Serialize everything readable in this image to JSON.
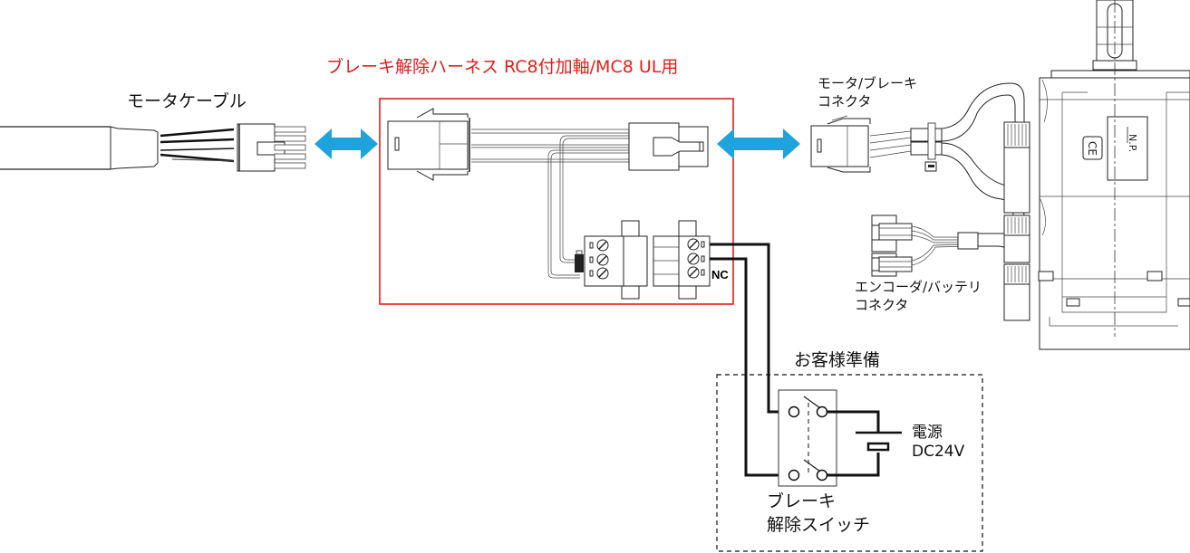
{
  "diagram": {
    "title": "ブレーキ解除ハーネス RC8付加軸/MC8 UL用",
    "colors": {
      "title": "#e0201b",
      "harness_frame": "#e0201b",
      "arrow": "#1fa3dd",
      "line": "#111111"
    },
    "labels": {
      "motor_cable": "モータケーブル",
      "motor_brake_connector_line1": "モータ/ブレーキ",
      "motor_brake_connector_line2": "コネクタ",
      "encoder_battery_connector_line1": "エンコーダ/バッテリ",
      "encoder_battery_connector_line2": "コネクタ",
      "terminal_nc": "NC",
      "customer_supplied": "お客様準備",
      "power_supply_line1": "電源",
      "power_supply_line2": "DC24V",
      "brake_release_switch_line1": "ブレーキ",
      "brake_release_switch_line2": "解除スイッチ",
      "ce_mark": "CE",
      "nameplate": "N.P."
    },
    "icons": {
      "left_connection": "double-arrow-icon",
      "right_connection": "double-arrow-icon"
    }
  }
}
